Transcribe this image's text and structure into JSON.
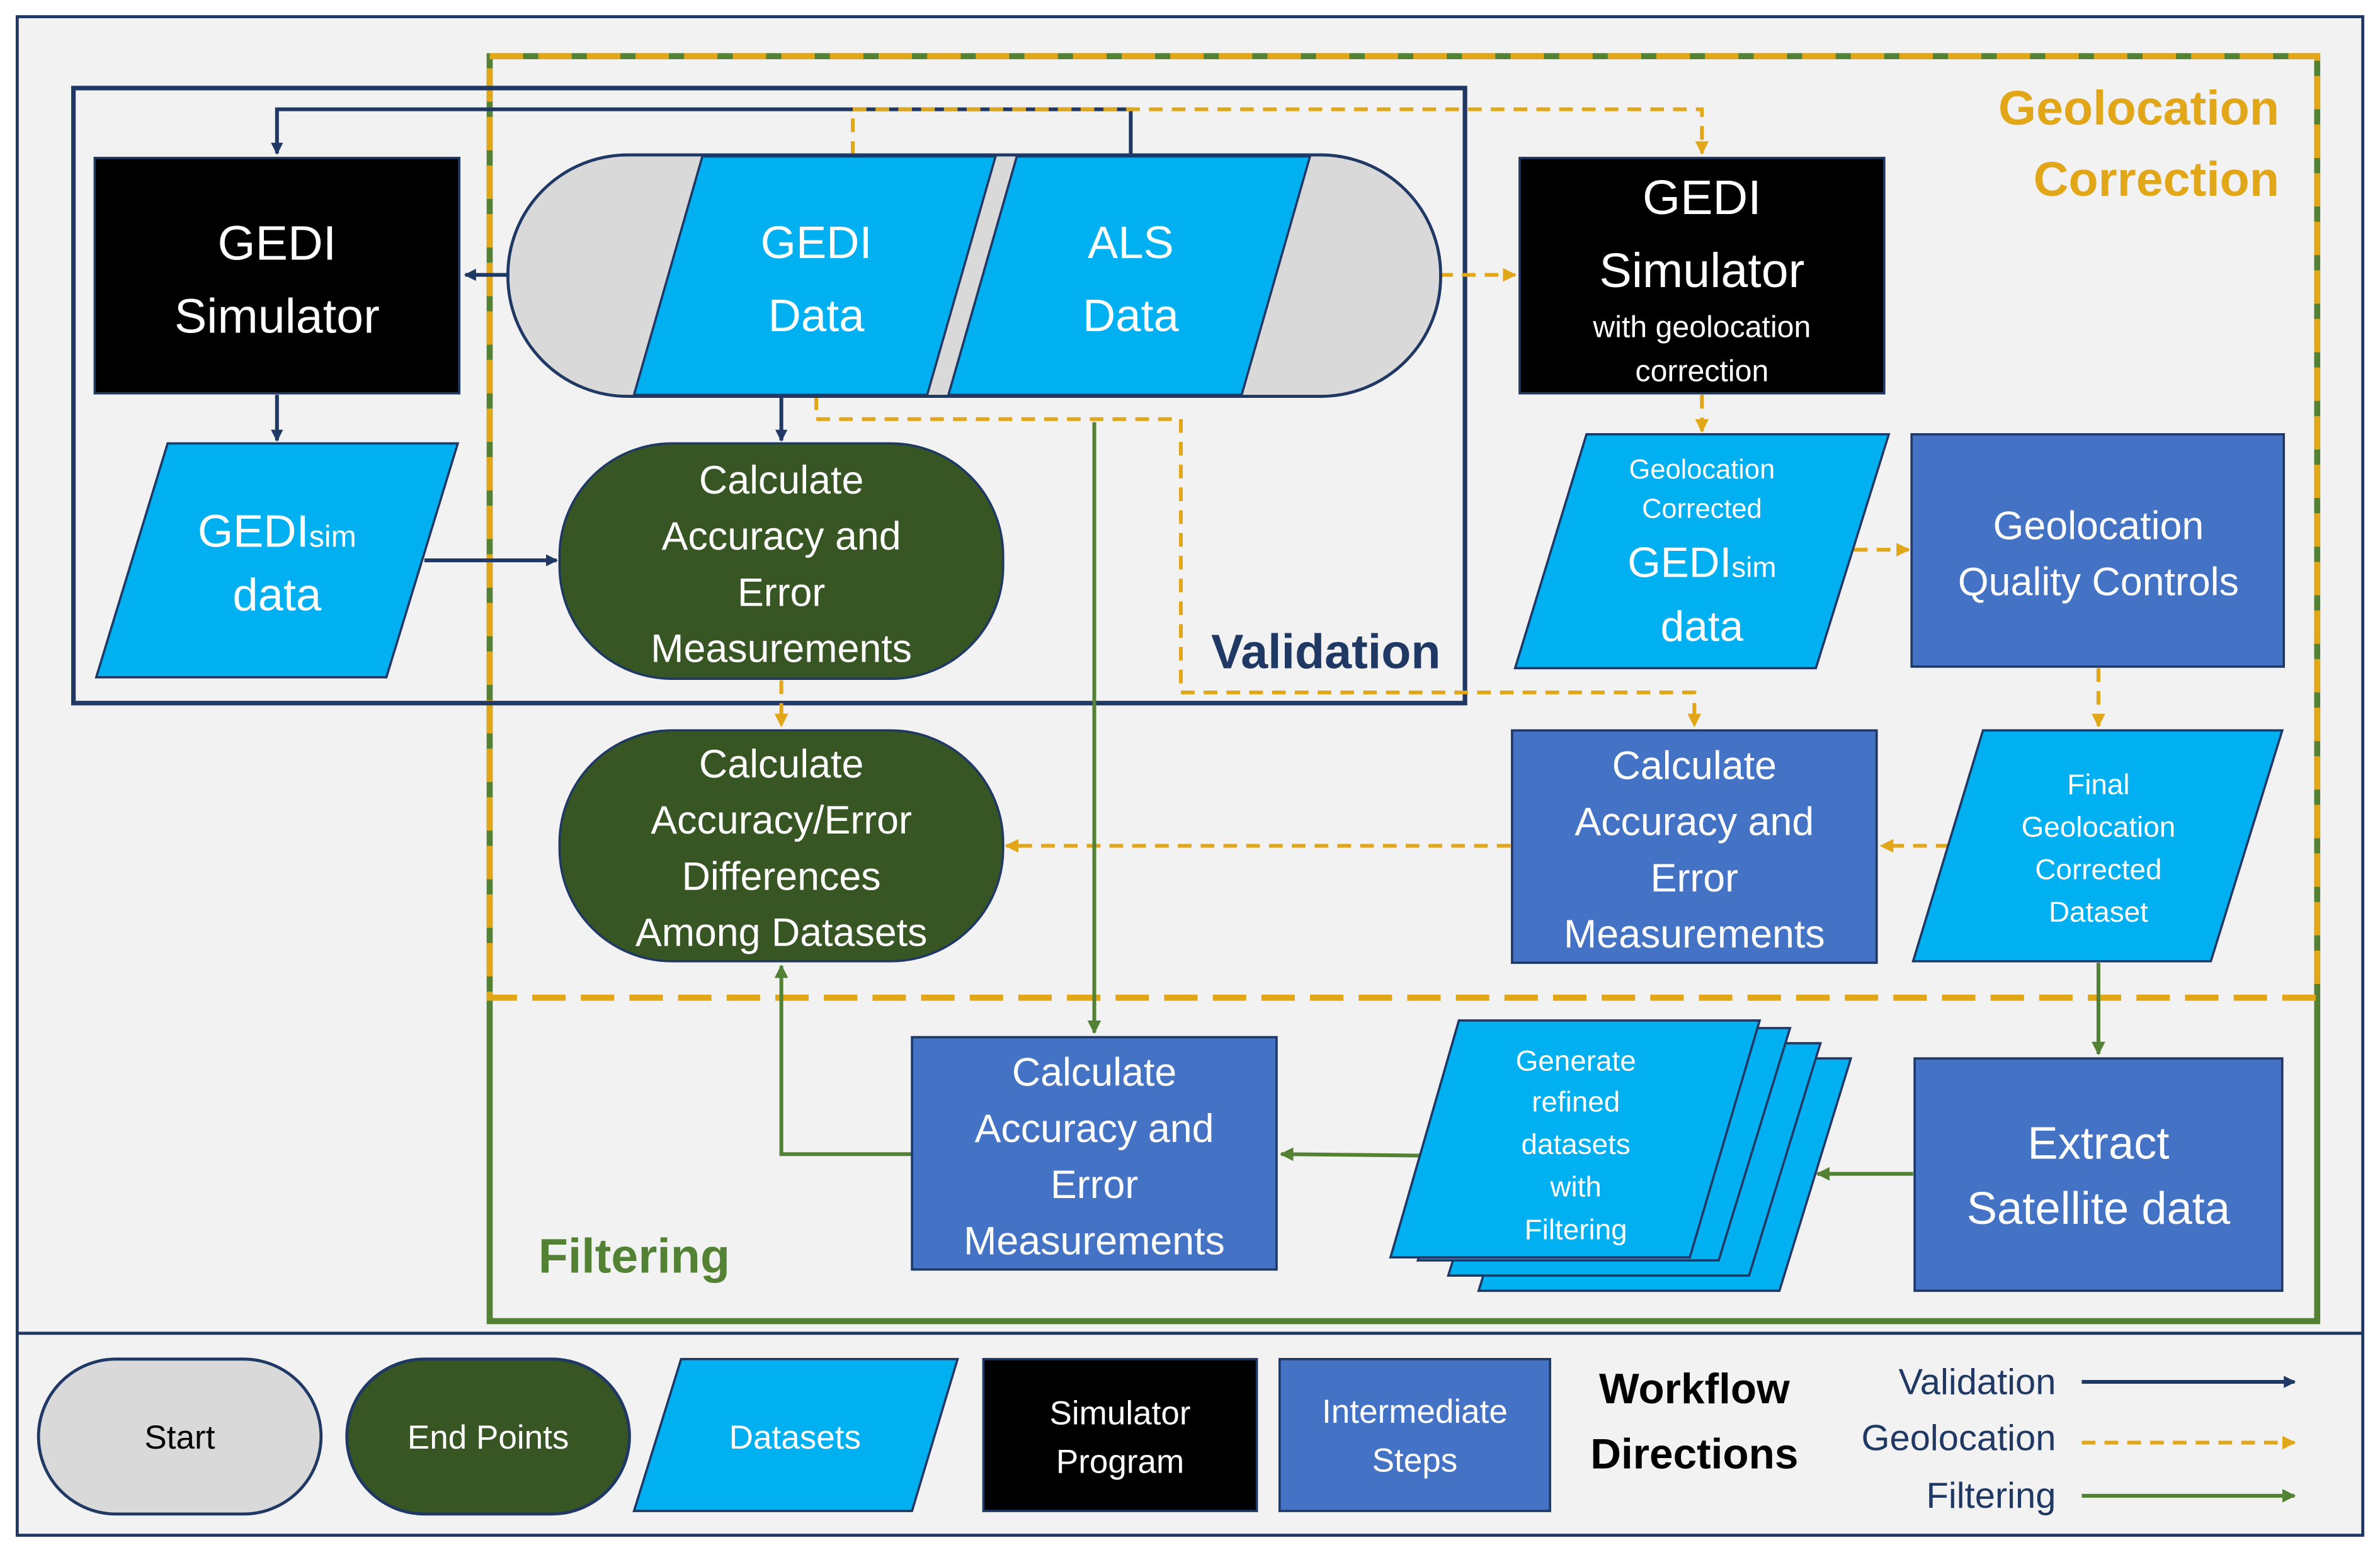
{
  "sections": {
    "geolocation": [
      "Geolocation",
      "Correction"
    ],
    "validation": "Validation",
    "filtering": "Filtering"
  },
  "nodes": {
    "gedi_data": [
      "GEDI",
      "Data"
    ],
    "als_data": [
      "ALS",
      "Data"
    ],
    "gedi_simulator": [
      "GEDI",
      "Simulator"
    ],
    "gedisim_data": {
      "main": "GEDI",
      "sub": "sim",
      "line2": "data"
    },
    "calc_validation": [
      "Calculate",
      "Accuracy and",
      "Error",
      "Measurements"
    ],
    "calc_differences": [
      "Calculate",
      "Accuracy/Error",
      "Differences",
      "Among Datasets"
    ],
    "gedi_simulator_geo": {
      "lines": [
        "GEDI",
        "Simulator"
      ],
      "sub": [
        "with geolocation",
        "correction"
      ]
    },
    "geo_corrected_data": {
      "small": [
        "Geolocation",
        "Corrected"
      ],
      "main": "GEDI",
      "sub": "sim",
      "line2": "data"
    },
    "geo_quality": [
      "Geolocation",
      "Quality Controls"
    ],
    "calc_geo": [
      "Calculate",
      "Accuracy and",
      "Error",
      "Measurements"
    ],
    "final_dataset": [
      "Final",
      "Geolocation",
      "Corrected",
      "Dataset"
    ],
    "extract_satellite": [
      "Extract",
      "Satellite data"
    ],
    "refined_datasets": [
      "Generate",
      "refined",
      "datasets",
      "with",
      "Filtering"
    ],
    "calc_filter": [
      "Calculate",
      "Accuracy and",
      "Error",
      "Measurements"
    ]
  },
  "legend": {
    "start": "Start",
    "end_points": "End Points",
    "datasets": "Datasets",
    "simulator": [
      "Simulator",
      "Program"
    ],
    "intermediate": [
      "Intermediate",
      "Steps"
    ],
    "workflow_title": [
      "Workflow",
      "Directions"
    ],
    "directions": [
      "Validation",
      "Geolocation",
      "Filtering"
    ]
  },
  "colors": {
    "validation": "#1f3864",
    "geolocation": "#e2a619",
    "filtering": "#548235",
    "dataset": "#00b0f0",
    "endpoint": "#375623",
    "intermediate": "#4472c4",
    "simulator": "#000000",
    "start": "#d9d9d9",
    "background": "#f2f2f2"
  }
}
